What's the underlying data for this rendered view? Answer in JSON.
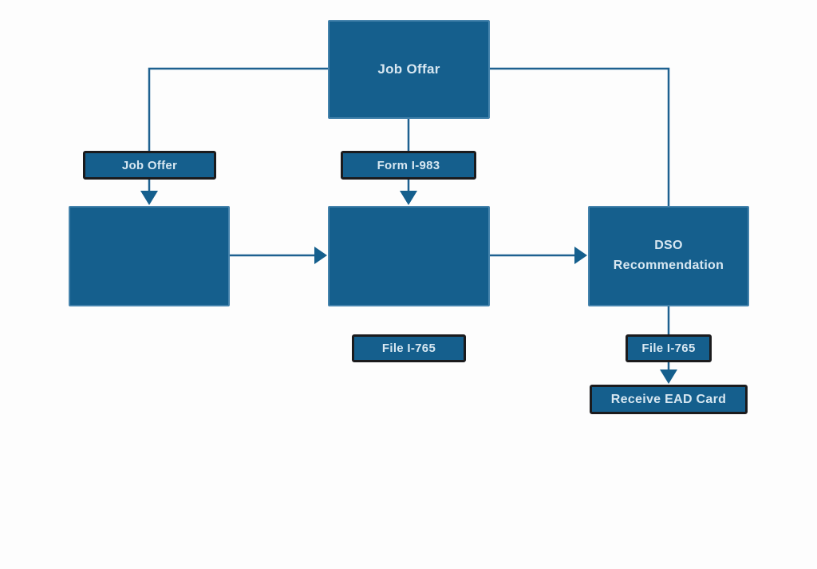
{
  "diagram": {
    "type": "flowchart",
    "colors": {
      "node_fill": "#155f8d",
      "node_border": "#4583ac",
      "tag_border": "#1b1b1d",
      "text": "#d7e7f1",
      "connector": "#1e6190",
      "background": "#fdfdfd"
    },
    "nodes": {
      "top_box": {
        "label": "Job Offar"
      },
      "left_tag": {
        "label": "Job Offer"
      },
      "center_tag": {
        "label": "Form I-983"
      },
      "left_box": {
        "label": ""
      },
      "center_box": {
        "label": ""
      },
      "dso_box": {
        "label": "DSO Recommendation"
      },
      "file_center_tag": {
        "label": "File I-765"
      },
      "file_right_tag": {
        "label": "File I-765"
      },
      "receive_box": {
        "label": "Receive EAD Card"
      }
    },
    "edges": [
      "top_box -> left_tag -> left_box (arrow)",
      "top_box -> center_tag -> center_box (arrow)",
      "top_box -> dso_box (elbow, no arrowhead)",
      "left_box -> center_box (arrow)",
      "center_box -> dso_box (arrow)",
      "dso_box -> file_right_tag -> receive_box (arrow)"
    ]
  }
}
